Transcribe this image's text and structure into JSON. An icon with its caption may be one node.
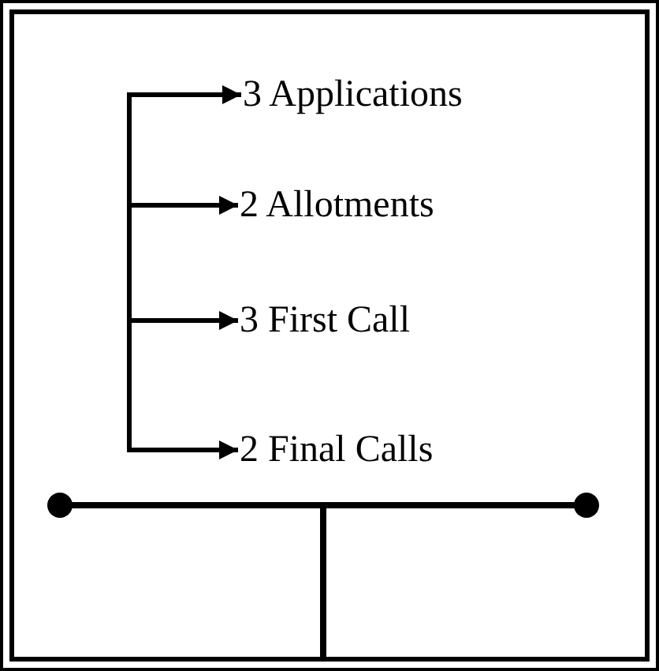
{
  "diagram": {
    "nodes": [
      {
        "text": [
          "3 Applications"
        ]
      },
      {
        "text": [
          "2 Allotments"
        ]
      },
      {
        "text": [
          "3 First Call"
        ]
      },
      {
        "text": [
          "2 Final Calls"
        ]
      }
    ],
    "edges": [
      {
        "from": null,
        "to": 0,
        "arrow": "to"
      },
      {
        "from": null,
        "to": 1,
        "arrow": "to"
      },
      {
        "from": null,
        "to": 2,
        "arrow": "to"
      },
      {
        "from": null,
        "to": 3,
        "arrow": "to"
      }
    ]
  }
}
